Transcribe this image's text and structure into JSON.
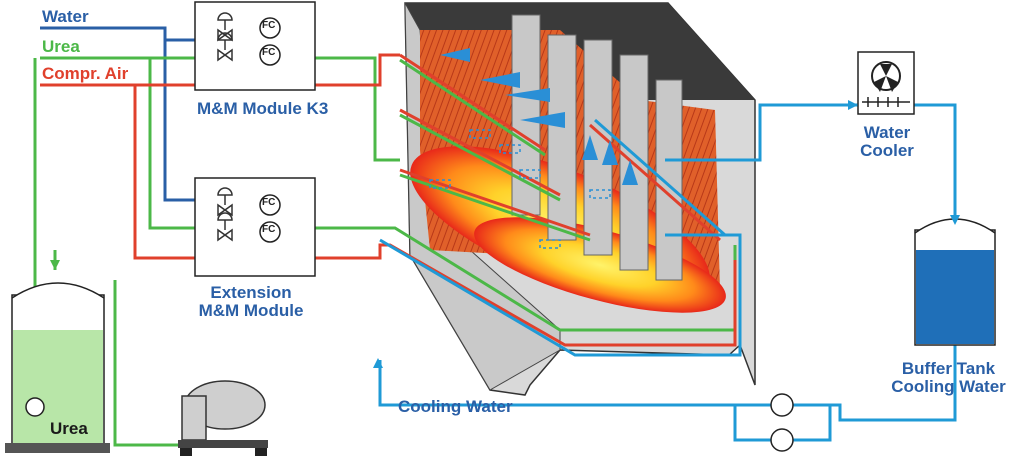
{
  "inputs": {
    "water": "Water",
    "urea": "Urea",
    "compr_air": "Compr. Air"
  },
  "modules": {
    "main": "M&M Module K3",
    "extension": [
      "Extension",
      "M&M Module"
    ]
  },
  "tank": {
    "label": "Urea"
  },
  "cooler": {
    "label": [
      "Water",
      "Cooler"
    ]
  },
  "buffer": {
    "label": [
      "Buffer Tank",
      "Cooling Water"
    ]
  },
  "cooling_water": "Cooling Water",
  "controller_tag": "FC",
  "colors": {
    "water": "#2a5fa6",
    "urea": "#4cb848",
    "air": "#e0402c",
    "cooling": "#1f9ad6",
    "label": "#2a5fa6"
  }
}
